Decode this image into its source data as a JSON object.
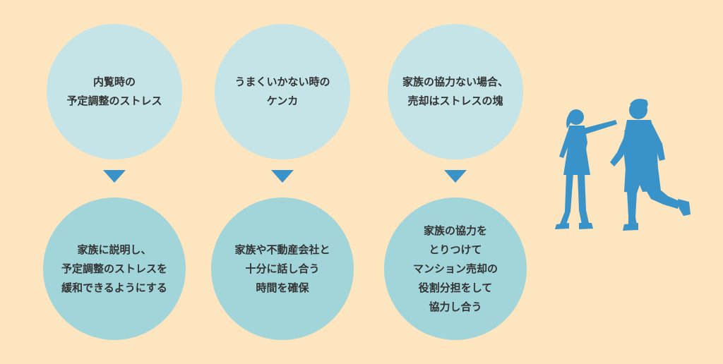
{
  "colors": {
    "background": "#fce5bf",
    "top_circle": "#c4e4e8",
    "bottom_circle": "#a2d5da",
    "arrow": "#3a93c8",
    "silhouette": "#3a93c8",
    "text": "#333333"
  },
  "columns": [
    {
      "problem": "内覧時の\n予定調整のストレス",
      "solution": "家族に説明し、\n予定調整のストレスを\n緩和できるようにする"
    },
    {
      "problem": "うまくいかない時の\nケンカ",
      "solution": "家族や不動産会社と\n十分に話し合う\n時間を確保"
    },
    {
      "problem": "家族の協力ない場合、\n売却はストレスの塊",
      "solution": "家族の協力を\nとりつけて\nマンション売却の\n役割分担をして\n協力し合う"
    }
  ],
  "illustration": {
    "icon": "arguing-couple-silhouette"
  }
}
